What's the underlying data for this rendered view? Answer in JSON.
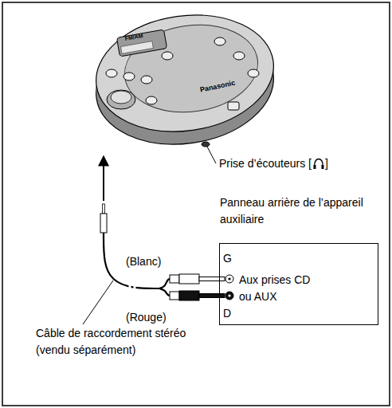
{
  "diagram": {
    "nodes": [
      {
        "text": [
          "Panneau arrière de l’appareil auxiliaire",
          "G",
          "Aux prises CD ou AUX",
          "D"
        ]
      }
    ],
    "labels": [
      "FM/AM",
      "Panasonic",
      "Prise d’écouteurs [",
      "]",
      "(Blanc)",
      "(Rouge)",
      "Câble de raccordement stéréo (vendu séparément)"
    ]
  }
}
